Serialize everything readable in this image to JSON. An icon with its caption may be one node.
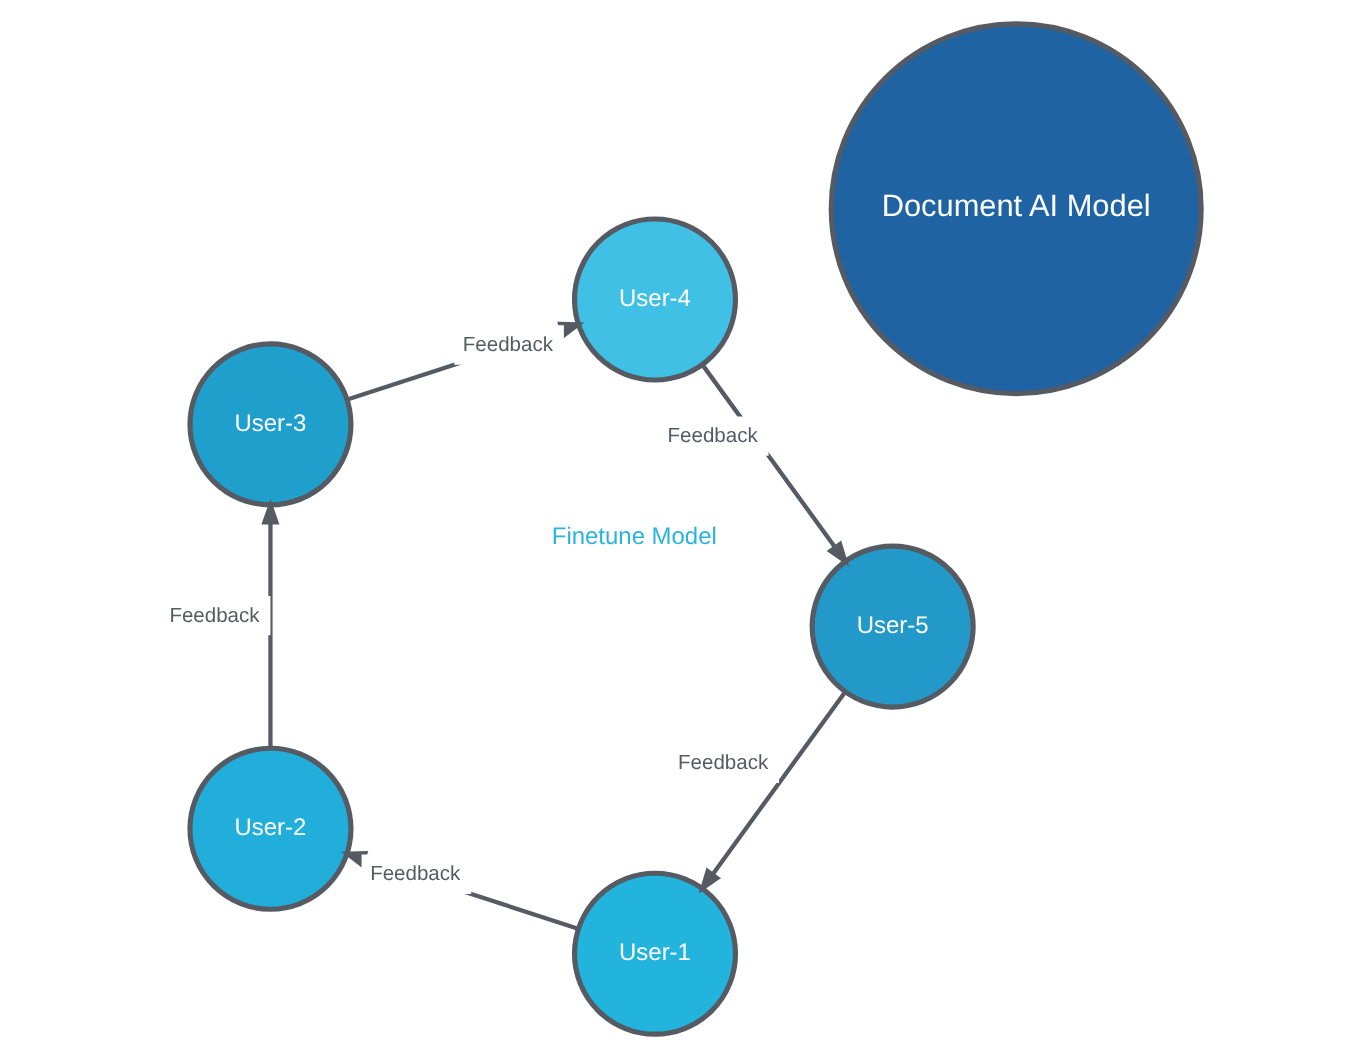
{
  "diagram": {
    "nodes": [
      {
        "text": [
          "Document AI Model"
        ]
      },
      {
        "text": [
          "User-1"
        ]
      },
      {
        "text": [
          "User-2"
        ]
      },
      {
        "text": [
          "User-3"
        ]
      },
      {
        "text": [
          "User-4"
        ]
      },
      {
        "text": [
          "User-5"
        ]
      }
    ],
    "edges": [
      {
        "from": 5,
        "to": 1,
        "arrow": "to",
        "label": "Feedback"
      },
      {
        "from": 1,
        "to": 2,
        "arrow": "to",
        "label": "Feedback"
      },
      {
        "from": 2,
        "to": 3,
        "arrow": "to",
        "label": "Feedback"
      },
      {
        "from": 3,
        "to": 4,
        "arrow": "to",
        "label": "Feedback"
      },
      {
        "from": 4,
        "to": 5,
        "arrow": "to",
        "label": "Feedback"
      }
    ],
    "labels": [
      "Finetune Model"
    ]
  }
}
